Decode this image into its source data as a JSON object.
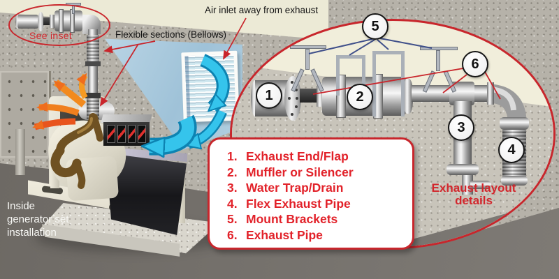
{
  "scene": {
    "labels": {
      "see_inset": "See inset",
      "flexible_sections": "Flexible sections (Bellows)",
      "air_inlet": "Air inlet away from exhaust",
      "inside_installation": [
        "Inside",
        "generator set",
        "installation"
      ]
    },
    "inset": {
      "caption": [
        "Exhaust layout",
        "details"
      ],
      "callouts": [
        "1",
        "2",
        "3",
        "4",
        "5",
        "6"
      ]
    },
    "legend": {
      "items": [
        {
          "num": "1.",
          "label": "Exhaust End/Flap"
        },
        {
          "num": "2.",
          "label": "Muffler or Silencer"
        },
        {
          "num": "3.",
          "label": "Water Trap/Drain"
        },
        {
          "num": "4.",
          "label": "Flex Exhaust Pipe"
        },
        {
          "num": "5.",
          "label": "Mount Brackets"
        },
        {
          "num": "6.",
          "label": "Exhaust Pipe"
        }
      ]
    },
    "colors": {
      "accent_red": "#c9252b",
      "legend_text_red": "#e2222a",
      "bracket_line_navy": "#40508a",
      "airflow_cyan": "#35c4ec",
      "ceiling_cream": "#ecead6",
      "wall_gray": "#b6b2a9"
    }
  }
}
